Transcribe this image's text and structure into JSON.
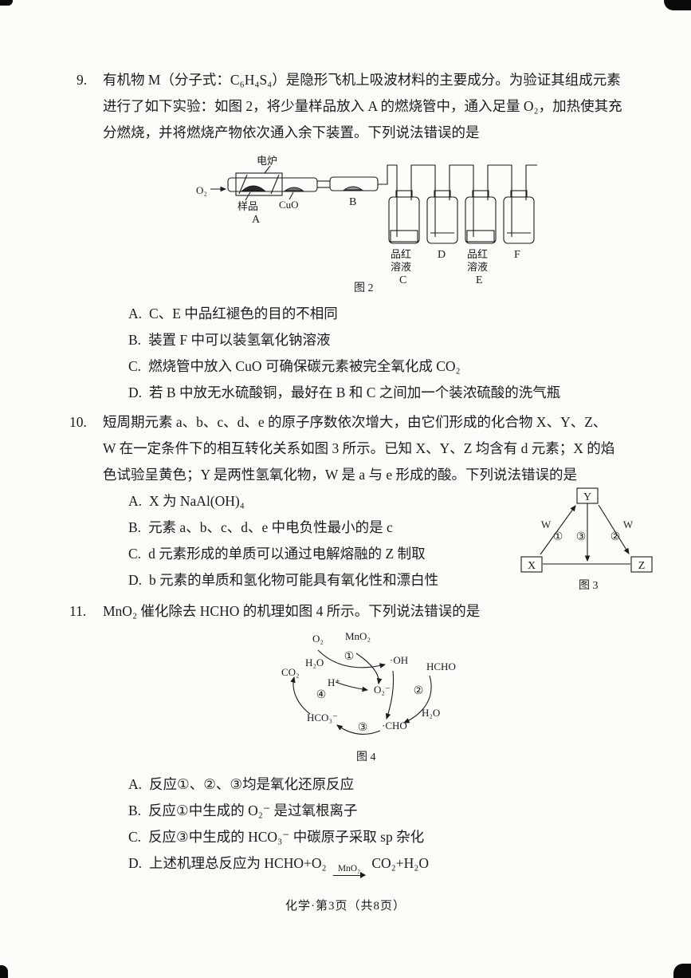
{
  "page": {
    "footer": "化学·第3页（共8页）"
  },
  "q9": {
    "number": "9.",
    "stem_lines": [
      "有机物 M（分子式：C₆H₄S₄）是隐形飞机上吸波材料的主要成分。为验证其组成元素",
      "进行了如下实验：如图 2，将少量样品放入 A 的燃烧管中，通入足量 O₂，加热使其充",
      "分燃烧，并将燃烧产物依次通入余下装置。下列说法错误的是"
    ],
    "options": [
      {
        "label": "A.",
        "text": "C、E 中品红褪色的目的不相同"
      },
      {
        "label": "B.",
        "text": "装置 F 中可以装氢氧化钠溶液"
      },
      {
        "label": "C.",
        "text": "燃烧管中放入 CuO 可确保碳元素被完全氧化成 CO₂"
      },
      {
        "label": "D.",
        "text": "若 B 中放无水硫酸铜，最好在 B 和 C 之间加一个装浓硫酸的洗气瓶"
      }
    ],
    "fig2": {
      "caption": "图 2",
      "labels": {
        "furnace": "电炉",
        "o2": "O₂",
        "sample": "样品",
        "tube_a": "A",
        "cuo": "CuO",
        "tube_b": "B",
        "dye1_line1": "品红",
        "dye1_line2": "溶液",
        "bottle_c": "C",
        "bottle_d": "D",
        "dye2_line1": "品红",
        "dye2_line2": "溶液",
        "bottle_e": "E",
        "bottle_f": "F"
      }
    }
  },
  "q10": {
    "number": "10.",
    "stem_lines": [
      "短周期元素 a、b、c、d、e 的原子序数依次增大，由它们形成的化合物 X、Y、Z、",
      "W 在一定条件下的相互转化关系如图 3 所示。已知 X、Y、Z 均含有 d 元素；X 的焰",
      "色试验呈黄色；Y 是两性氢氧化物，W 是 a 与 e 形成的酸。下列说法错误的是"
    ],
    "options": [
      {
        "label": "A.",
        "text": "X 为 NaAl(OH)₄"
      },
      {
        "label": "B.",
        "text": "元素 a、b、c、d、e 中电负性最小的是 c"
      },
      {
        "label": "C.",
        "text": "d 元素形成的单质可以通过电解熔融的 Z 制取"
      },
      {
        "label": "D.",
        "text": "b 元素的单质和氢化物可能具有氧化性和漂白性"
      }
    ],
    "fig3": {
      "caption": "图 3",
      "labels": {
        "x": "X",
        "y": "Y",
        "z": "Z",
        "w_left": "W",
        "w_right": "W",
        "step1": "①",
        "step2": "②",
        "step3": "③"
      }
    }
  },
  "q11": {
    "number": "11.",
    "stem": "MnO₂ 催化除去 HCHO 的机理如图 4 所示。下列说法错误的是",
    "options": [
      {
        "label": "A.",
        "text": "反应①、②、③均是氧化还原反应"
      },
      {
        "label": "B.",
        "text": "反应①中生成的 O₂⁻ 是过氧根离子"
      },
      {
        "label": "C.",
        "text": "反应③中生成的 HCO₃⁻ 中碳原子采取 sp 杂化"
      },
      {
        "label": "D.",
        "text_before": "上述机理总反应为 HCHO+O₂",
        "catalyst": "MnO₂",
        "text_after": "CO₂+H₂O"
      }
    ],
    "fig4": {
      "caption": "图 4",
      "labels": {
        "o2": "O₂",
        "mno2": "MnO₂",
        "step1": "①",
        "oh": "·OH",
        "hcho": "HCHO",
        "h2o_top": "H₂O",
        "co2": "CO₂",
        "h_plus": "H⁺",
        "superoxide": "O₂⁻",
        "step2": "②",
        "step4": "④",
        "h2o_bottom": "H₂O",
        "hco3": "HCO₃⁻",
        "step3": "③",
        "cho": "·CHO"
      }
    }
  }
}
